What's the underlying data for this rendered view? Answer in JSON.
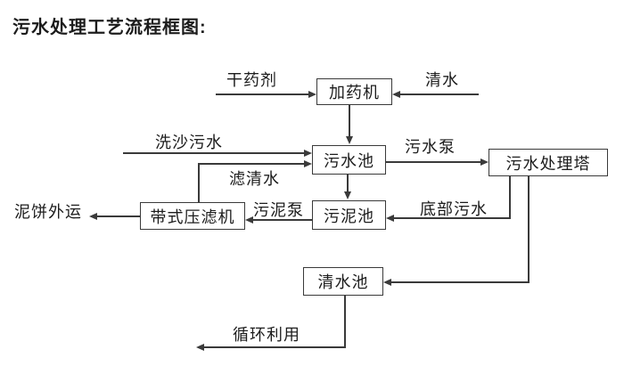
{
  "title": "污水处理工艺流程框图:",
  "colors": {
    "background": "#ffffff",
    "line": "#3a3a3a",
    "text": "#1c1c1c"
  },
  "flowchart": {
    "nodes": {
      "dosing_machine": "加药机",
      "sewage_pool": "污水池",
      "treatment_tower": "污水处理塔",
      "belt_filter_press": "带式压滤机",
      "sludge_pool": "污泥池",
      "clean_water_pool": "清水池"
    },
    "edge_labels": {
      "dry_agent": "干药剂",
      "clean_water": "清水",
      "sand_washing_sewage": "洗沙污水",
      "filtered_water": "滤清水",
      "sewage_pump": "污水泵",
      "mud_cake_out": "泥饼外运",
      "sludge_pump": "污泥泵",
      "bottom_sewage": "底部污水",
      "recycle_use": "循环利用"
    }
  }
}
